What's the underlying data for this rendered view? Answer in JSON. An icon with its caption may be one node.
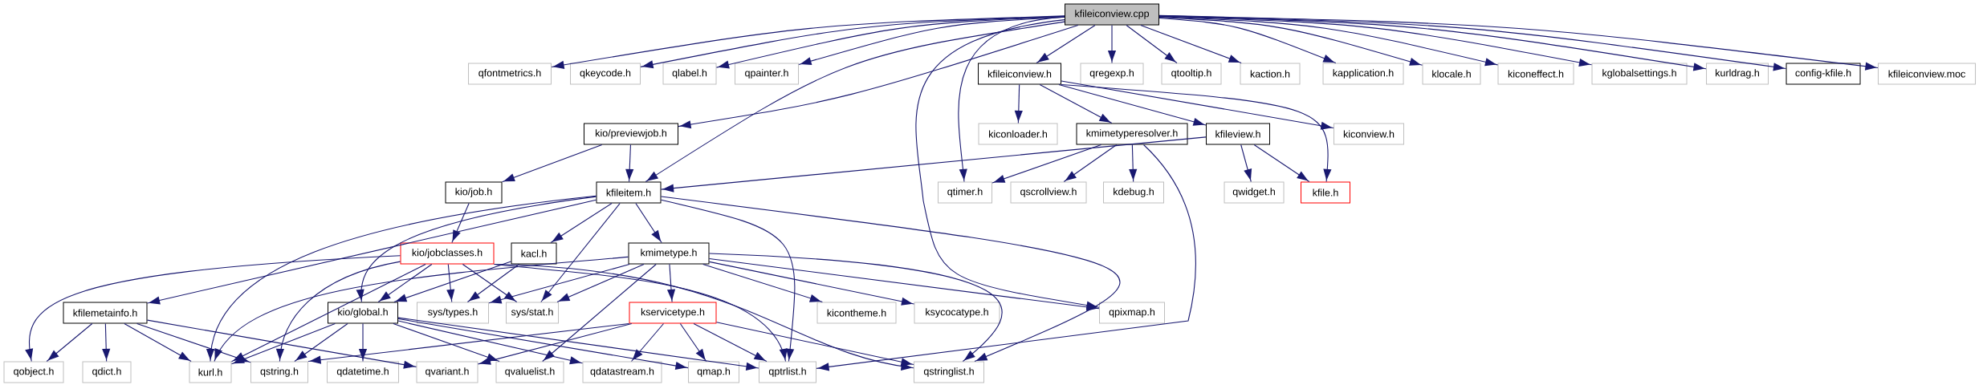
{
  "diagram": {
    "nodes": [
      {
        "text": [
          "kfileiconview.cpp"
        ]
      },
      {
        "text": [
          "qfontmetrics.h"
        ]
      },
      {
        "text": [
          "qkeycode.h"
        ]
      },
      {
        "text": [
          "qlabel.h"
        ]
      },
      {
        "text": [
          "qpainter.h"
        ]
      },
      {
        "text": [
          "kfileiconview.h"
        ]
      },
      {
        "text": [
          "qregexp.h"
        ]
      },
      {
        "text": [
          "qtooltip.h"
        ]
      },
      {
        "text": [
          "kaction.h"
        ]
      },
      {
        "text": [
          "kapplication.h"
        ]
      },
      {
        "text": [
          "klocale.h"
        ]
      },
      {
        "text": [
          "kiconeffect.h"
        ]
      },
      {
        "text": [
          "kglobalsettings.h"
        ]
      },
      {
        "text": [
          "kurldrag.h"
        ]
      },
      {
        "text": [
          "config-kfile.h"
        ]
      },
      {
        "text": [
          "kfileiconview.moc"
        ]
      },
      {
        "text": [
          "kio/previewjob.h"
        ]
      },
      {
        "text": [
          "kiconloader.h"
        ]
      },
      {
        "text": [
          "kmimetyperesolver.h"
        ]
      },
      {
        "text": [
          "kfileview.h"
        ]
      },
      {
        "text": [
          "kiconview.h"
        ]
      },
      {
        "text": [
          "kio/job.h"
        ]
      },
      {
        "text": [
          "kfileitem.h"
        ]
      },
      {
        "text": [
          "qtimer.h"
        ]
      },
      {
        "text": [
          "qscrollview.h"
        ]
      },
      {
        "text": [
          "kdebug.h"
        ]
      },
      {
        "text": [
          "qwidget.h"
        ]
      },
      {
        "text": [
          "kfile.h"
        ]
      },
      {
        "text": [
          "kio/jobclasses.h"
        ]
      },
      {
        "text": [
          "kacl.h"
        ]
      },
      {
        "text": [
          "kmimetype.h"
        ]
      },
      {
        "text": [
          "kfilemetainfo.h"
        ]
      },
      {
        "text": [
          "kio/global.h"
        ]
      },
      {
        "text": [
          "sys/types.h"
        ]
      },
      {
        "text": [
          "sys/stat.h"
        ]
      },
      {
        "text": [
          "kservicetype.h"
        ]
      },
      {
        "text": [
          "kicontheme.h"
        ]
      },
      {
        "text": [
          "ksycocatype.h"
        ]
      },
      {
        "text": [
          "qpixmap.h"
        ]
      },
      {
        "text": [
          "qobject.h"
        ]
      },
      {
        "text": [
          "qdict.h"
        ]
      },
      {
        "text": [
          "kurl.h"
        ]
      },
      {
        "text": [
          "qstring.h"
        ]
      },
      {
        "text": [
          "qdatetime.h"
        ]
      },
      {
        "text": [
          "qvariant.h"
        ]
      },
      {
        "text": [
          "qvaluelist.h"
        ]
      },
      {
        "text": [
          "qdatastream.h"
        ]
      },
      {
        "text": [
          "qmap.h"
        ]
      },
      {
        "text": [
          "qptrlist.h"
        ]
      },
      {
        "text": [
          "qstringlist.h"
        ]
      }
    ],
    "edges": [
      {
        "from": 0,
        "to": 1,
        "arrow": "to"
      },
      {
        "from": 0,
        "to": 2,
        "arrow": "to"
      },
      {
        "from": 0,
        "to": 3,
        "arrow": "to"
      },
      {
        "from": 0,
        "to": 4,
        "arrow": "to"
      },
      {
        "from": 0,
        "to": 5,
        "arrow": "to"
      },
      {
        "from": 0,
        "to": 6,
        "arrow": "to"
      },
      {
        "from": 0,
        "to": 7,
        "arrow": "to"
      },
      {
        "from": 0,
        "to": 8,
        "arrow": "to"
      },
      {
        "from": 0,
        "to": 9,
        "arrow": "to"
      },
      {
        "from": 0,
        "to": 10,
        "arrow": "to"
      },
      {
        "from": 0,
        "to": 11,
        "arrow": "to"
      },
      {
        "from": 0,
        "to": 12,
        "arrow": "to"
      },
      {
        "from": 0,
        "to": 13,
        "arrow": "to"
      },
      {
        "from": 0,
        "to": 14,
        "arrow": "to"
      },
      {
        "from": 0,
        "to": 15,
        "arrow": "to"
      },
      {
        "from": 0,
        "to": 16,
        "arrow": "to"
      },
      {
        "from": 0,
        "to": 22,
        "arrow": "to"
      },
      {
        "from": 0,
        "to": 23,
        "arrow": "to"
      },
      {
        "from": 0,
        "to": 38,
        "arrow": "to"
      },
      {
        "from": 5,
        "to": 17,
        "arrow": "to"
      },
      {
        "from": 5,
        "to": 18,
        "arrow": "to"
      },
      {
        "from": 5,
        "to": 19,
        "arrow": "to"
      },
      {
        "from": 5,
        "to": 20,
        "arrow": "to"
      },
      {
        "from": 5,
        "to": 27,
        "arrow": "to"
      },
      {
        "from": 16,
        "to": 21,
        "arrow": "to"
      },
      {
        "from": 16,
        "to": 22,
        "arrow": "to"
      },
      {
        "from": 18,
        "to": 23,
        "arrow": "to"
      },
      {
        "from": 18,
        "to": 24,
        "arrow": "to"
      },
      {
        "from": 18,
        "to": 25,
        "arrow": "to"
      },
      {
        "from": 18,
        "to": 48,
        "arrow": "to"
      },
      {
        "from": 19,
        "to": 22,
        "arrow": "to"
      },
      {
        "from": 19,
        "to": 26,
        "arrow": "to"
      },
      {
        "from": 19,
        "to": 27,
        "arrow": "to"
      },
      {
        "from": 21,
        "to": 28,
        "arrow": "to"
      },
      {
        "from": 22,
        "to": 31,
        "arrow": "to"
      },
      {
        "from": 22,
        "to": 41,
        "arrow": "to"
      },
      {
        "from": 22,
        "to": 32,
        "arrow": "to"
      },
      {
        "from": 22,
        "to": 29,
        "arrow": "to"
      },
      {
        "from": 22,
        "to": 34,
        "arrow": "to"
      },
      {
        "from": 22,
        "to": 30,
        "arrow": "to"
      },
      {
        "from": 22,
        "to": 48,
        "arrow": "to"
      },
      {
        "from": 22,
        "to": 49,
        "arrow": "to"
      },
      {
        "from": 28,
        "to": 39,
        "arrow": "to"
      },
      {
        "from": 28,
        "to": 41,
        "arrow": "to"
      },
      {
        "from": 28,
        "to": 42,
        "arrow": "to"
      },
      {
        "from": 28,
        "to": 32,
        "arrow": "to"
      },
      {
        "from": 28,
        "to": 33,
        "arrow": "to"
      },
      {
        "from": 28,
        "to": 34,
        "arrow": "to"
      },
      {
        "from": 28,
        "to": 48,
        "arrow": "to"
      },
      {
        "from": 28,
        "to": 49,
        "arrow": "to"
      },
      {
        "from": 29,
        "to": 33,
        "arrow": "to"
      },
      {
        "from": 29,
        "to": 32,
        "arrow": "to"
      },
      {
        "from": 30,
        "to": 41,
        "arrow": "to"
      },
      {
        "from": 30,
        "to": 33,
        "arrow": "to"
      },
      {
        "from": 30,
        "to": 34,
        "arrow": "to"
      },
      {
        "from": 30,
        "to": 45,
        "arrow": "to"
      },
      {
        "from": 30,
        "to": 35,
        "arrow": "to"
      },
      {
        "from": 30,
        "to": 36,
        "arrow": "to"
      },
      {
        "from": 30,
        "to": 37,
        "arrow": "to"
      },
      {
        "from": 30,
        "to": 38,
        "arrow": "to"
      },
      {
        "from": 30,
        "to": 49,
        "arrow": "to"
      },
      {
        "from": 31,
        "to": 39,
        "arrow": "to"
      },
      {
        "from": 31,
        "to": 40,
        "arrow": "to"
      },
      {
        "from": 31,
        "to": 41,
        "arrow": "to"
      },
      {
        "from": 31,
        "to": 42,
        "arrow": "to"
      },
      {
        "from": 31,
        "to": 44,
        "arrow": "to"
      },
      {
        "from": 32,
        "to": 41,
        "arrow": "to"
      },
      {
        "from": 32,
        "to": 42,
        "arrow": "to"
      },
      {
        "from": 32,
        "to": 43,
        "arrow": "to"
      },
      {
        "from": 32,
        "to": 45,
        "arrow": "to"
      },
      {
        "from": 32,
        "to": 46,
        "arrow": "to"
      },
      {
        "from": 32,
        "to": 47,
        "arrow": "to"
      },
      {
        "from": 32,
        "to": 48,
        "arrow": "to"
      },
      {
        "from": 35,
        "to": 42,
        "arrow": "to"
      },
      {
        "from": 35,
        "to": 44,
        "arrow": "to"
      },
      {
        "from": 35,
        "to": 46,
        "arrow": "to"
      },
      {
        "from": 35,
        "to": 47,
        "arrow": "to"
      },
      {
        "from": 35,
        "to": 48,
        "arrow": "to"
      },
      {
        "from": 35,
        "to": 49,
        "arrow": "to"
      }
    ]
  }
}
